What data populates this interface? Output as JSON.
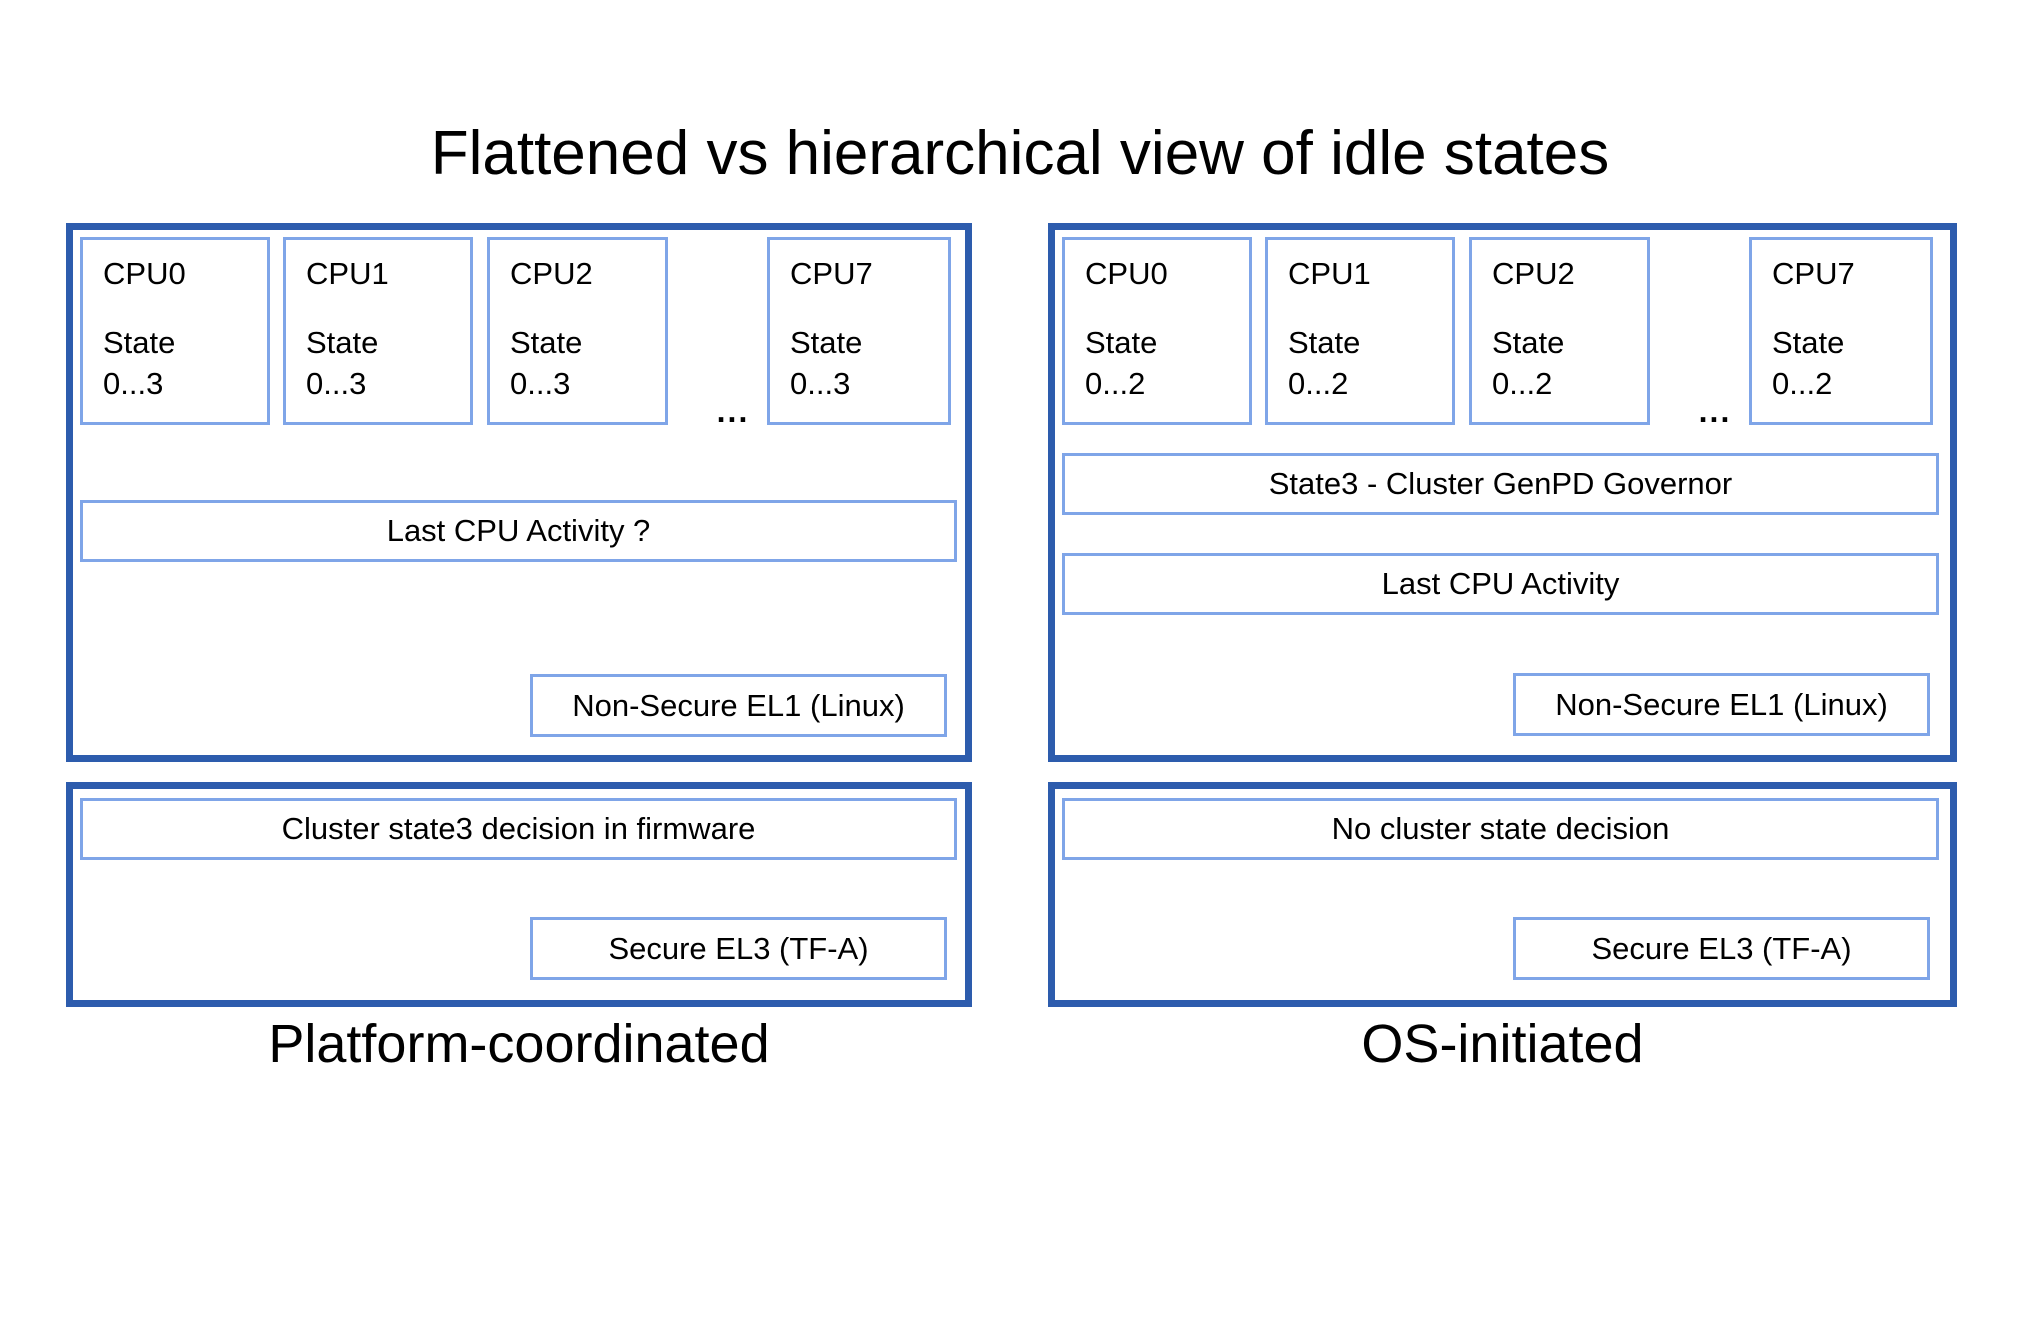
{
  "title": "Flattened vs hierarchical view of idle states",
  "colors": {
    "panel_border": "#2d5cad",
    "box_border": "#7fa5e8",
    "text": "#000000",
    "background": "#ffffff"
  },
  "panels": {
    "left": {
      "caption": "Platform-coordinated",
      "ellipsis": "...",
      "cpus": [
        {
          "name": "CPU0",
          "state_label": "State",
          "state_range": "0...3"
        },
        {
          "name": "CPU1",
          "state_label": "State",
          "state_range": "0...3"
        },
        {
          "name": "CPU2",
          "state_label": "State",
          "state_range": "0...3"
        },
        {
          "name": "CPU7",
          "state_label": "State",
          "state_range": "0...3"
        }
      ],
      "activity_label": "Last CPU Activity ?",
      "el1_label": "Non-Secure EL1 (Linux)",
      "firmware_decision_label": "Cluster state3 decision in firmware",
      "el3_label": "Secure EL3 (TF-A)"
    },
    "right": {
      "caption": "OS-initiated",
      "ellipsis": "...",
      "cpus": [
        {
          "name": "CPU0",
          "state_label": "State",
          "state_range": "0...2"
        },
        {
          "name": "CPU1",
          "state_label": "State",
          "state_range": "0...2"
        },
        {
          "name": "CPU2",
          "state_label": "State",
          "state_range": "0...2"
        },
        {
          "name": "CPU7",
          "state_label": "State",
          "state_range": "0...2"
        }
      ],
      "governor_label": "State3 - Cluster GenPD Governor",
      "activity_label": "Last CPU Activity",
      "el1_label": "Non-Secure EL1 (Linux)",
      "firmware_decision_label": "No cluster state decision",
      "el3_label": "Secure EL3 (TF-A)"
    }
  }
}
